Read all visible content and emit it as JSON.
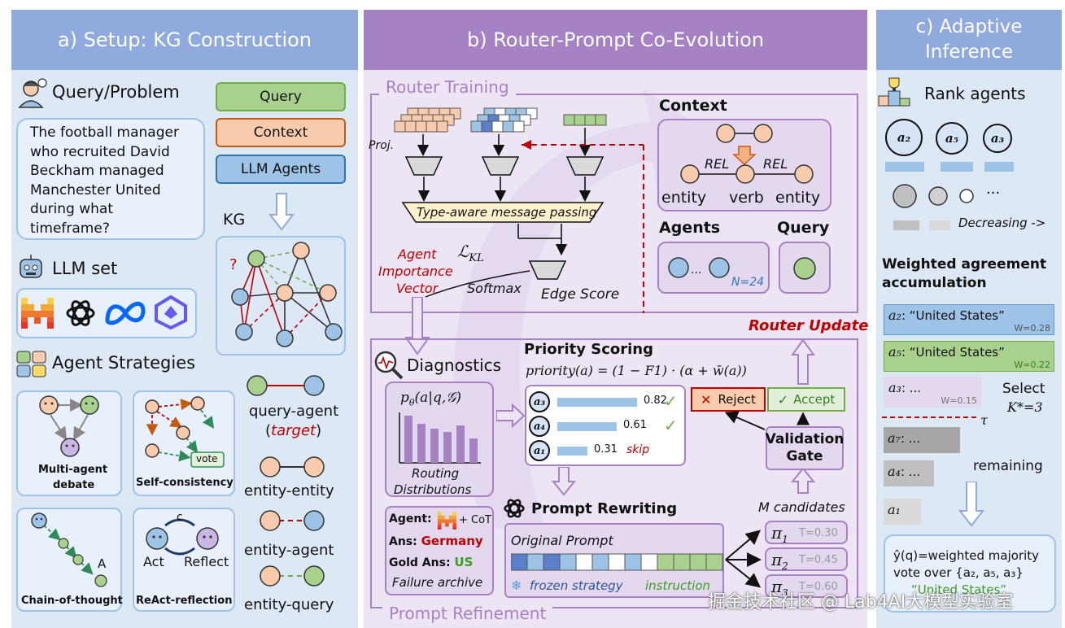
{
  "panel_a": {
    "title": "a) Setup: KG Construction",
    "query_heading": "Query/Problem",
    "query_text": [
      "The football manager",
      "who recruited David",
      "Beckham managed",
      "Manchester United",
      "during what",
      "timeframe?"
    ],
    "legend": {
      "query": "Query",
      "context": "Context",
      "agents": "LLM Agents"
    },
    "kg_label": "KG",
    "kg_question_mark": "?",
    "llm_set_heading": "LLM set",
    "strategies_heading": "Agent Strategies",
    "strategies": {
      "debate": [
        "Multi-agent",
        "debate"
      ],
      "self_consistency": "Self-consistency",
      "vote": "vote",
      "cot": "Chain-of-thought",
      "cot_answer": "A",
      "react": "ReAct-reflection",
      "act": "Act",
      "reflect": "Reflect",
      "c": "c"
    },
    "edge_types": {
      "query_agent": "query-agent",
      "target": "target",
      "entity_entity": "entity-entity",
      "entity_agent": "entity-agent",
      "entity_query": "entity-query"
    }
  },
  "panel_b": {
    "title": "b) Router-Prompt Co-Evolution",
    "router_training": "Router Training",
    "proj": "Proj.",
    "message_passing": "Type-aware message passing",
    "kl": "ℒ",
    "kl_sub": "KL",
    "softmax": "Softmax",
    "edge_score": "Edge Score",
    "aiv": [
      "Agent",
      "Importance",
      "Vector"
    ],
    "context_title": "Context",
    "rel": "REL",
    "entity": "entity",
    "verb": "verb",
    "agents_title": "Agents",
    "agents_dots": "...",
    "agents_n": "N=24",
    "query_title": "Query",
    "router_update": "Router Update",
    "diagnostics": "Diagnostics",
    "routing_dist_formula": "p",
    "routing_dist_sub": "θ",
    "routing_dist_args": "(a|q,𝒢)",
    "routing_dist": [
      "Routing",
      "Distributions"
    ],
    "priority_title": "Priority Scoring",
    "priority_formula": "priority(a) = (1 − F1) · (α + w̄(a))",
    "priority_rows": [
      {
        "agent": "a₃",
        "value": "0.82",
        "fraction": 0.82,
        "status": "✓"
      },
      {
        "agent": "a₄",
        "value": "0.61",
        "fraction": 0.61,
        "status": "✓"
      },
      {
        "agent": "a₁",
        "value": "0.31",
        "fraction": 0.31,
        "status": "skip"
      }
    ],
    "reject": "Reject",
    "accept": "Accept",
    "validation_gate": [
      "Validation",
      "Gate"
    ],
    "agent_label": "Agent:",
    "agent_suffix": "+ CoT",
    "ans_label": "Ans:",
    "ans_value": "Germany",
    "gold_label": "Gold Ans:",
    "gold_value": "US",
    "failure_archive": "Failure archive",
    "prompt_rewriting": "Prompt Rewriting",
    "original_prompt": "Original Prompt",
    "frozen": "frozen strategy",
    "instruction": "instruction",
    "m_candidates": "M candidates",
    "candidates": [
      {
        "name": "π",
        "sub": "1",
        "temp": "T=0.30"
      },
      {
        "name": "π",
        "sub": "2",
        "temp": "T=0.45"
      },
      {
        "name": "π",
        "sub": "3",
        "temp": "T=0.60"
      }
    ],
    "prompt_refinement": "Prompt Refinement"
  },
  "panel_c": {
    "title": [
      "c) Adaptive",
      "Inference"
    ],
    "rank_agents": "Rank agents",
    "ranked": [
      "a₂",
      "a₅",
      "a₃"
    ],
    "dots": "···",
    "decreasing": "Decreasing ->",
    "wac": [
      "Weighted agreement",
      "accumulation"
    ],
    "answers": [
      {
        "agent": "a₂",
        "text": ": “United States”",
        "weight": "W=0.28"
      },
      {
        "agent": "a₅",
        "text": ": “United States”",
        "weight": "W=0.22"
      },
      {
        "agent": "a₃",
        "text": ": ...",
        "weight": "W=0.15"
      }
    ],
    "select": "Select",
    "k_star": "K*=3",
    "tau": "τ",
    "remaining_items": [
      {
        "agent": "a₇",
        "text": ": ..."
      },
      {
        "agent": "a₄",
        "text": ": ..."
      },
      {
        "agent": "a₁",
        "text": ""
      }
    ],
    "remaining": "remaining",
    "final": [
      "ŷ(q)=weighted majority",
      "vote over {a₂, a₅, a₃}",
      "“United States”"
    ]
  },
  "watermark": "掘金技术社区 @ Lab4AI大模型实验室",
  "colors": {
    "header_a": "#8faadc",
    "header_b": "#a682c4",
    "header_c": "#8faadc",
    "query_green": "#a9d18e",
    "context_peach": "#f8cbad",
    "agent_blue": "#9dc3e6",
    "red": "#c00000",
    "purple_line": "#a682c4"
  }
}
